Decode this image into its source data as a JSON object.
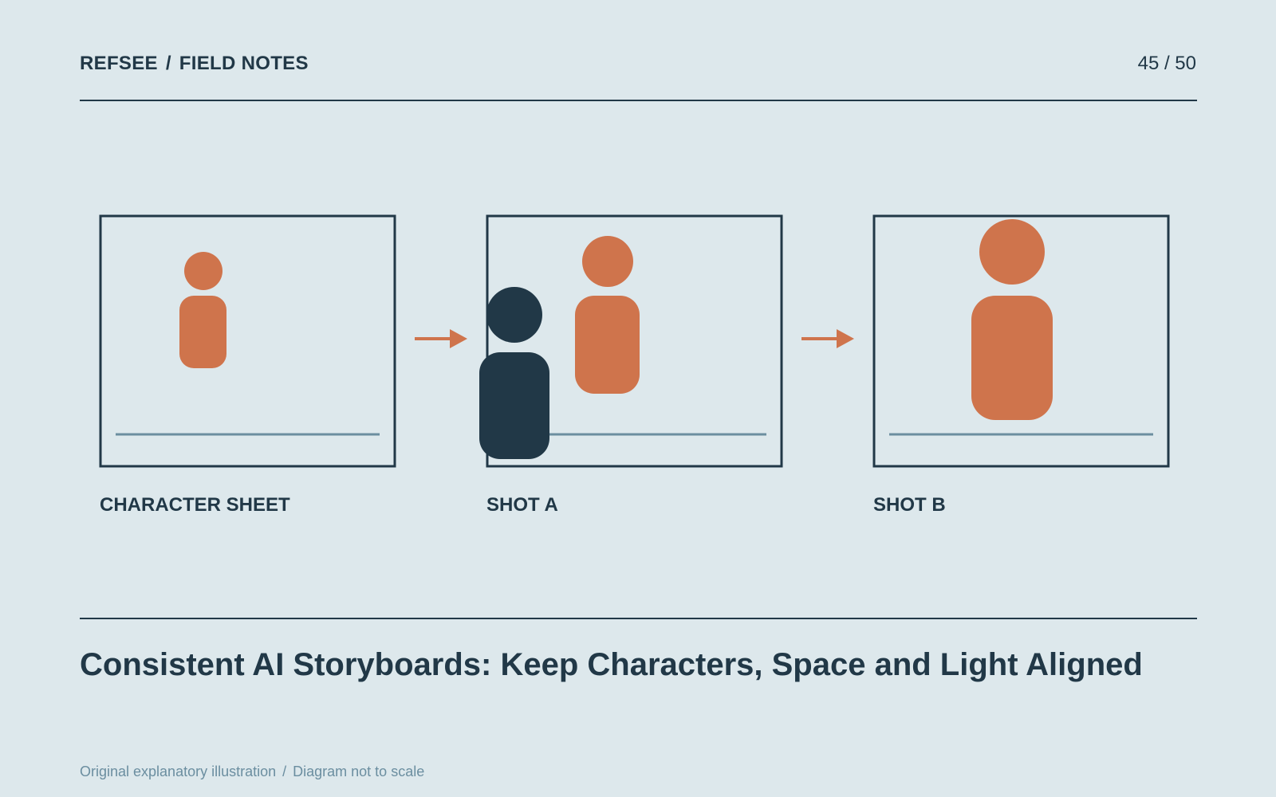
{
  "header": {
    "brand": "REFSEE",
    "section": "FIELD NOTES",
    "separator": "/",
    "page_number": "45 / 50"
  },
  "panels": [
    {
      "label": "CHARACTER SHEET"
    },
    {
      "label": "SHOT A"
    },
    {
      "label": "SHOT B"
    }
  ],
  "title": "Consistent AI Storyboards: Keep Characters, Space and Light Aligned",
  "footer": {
    "note_1": "Original explanatory illustration",
    "separator": "/",
    "note_2": "Diagram not to scale"
  },
  "colors": {
    "background": "#dde8ec",
    "ink": "#213847",
    "accent": "#cf744c",
    "muted": "#6b8ea0"
  }
}
